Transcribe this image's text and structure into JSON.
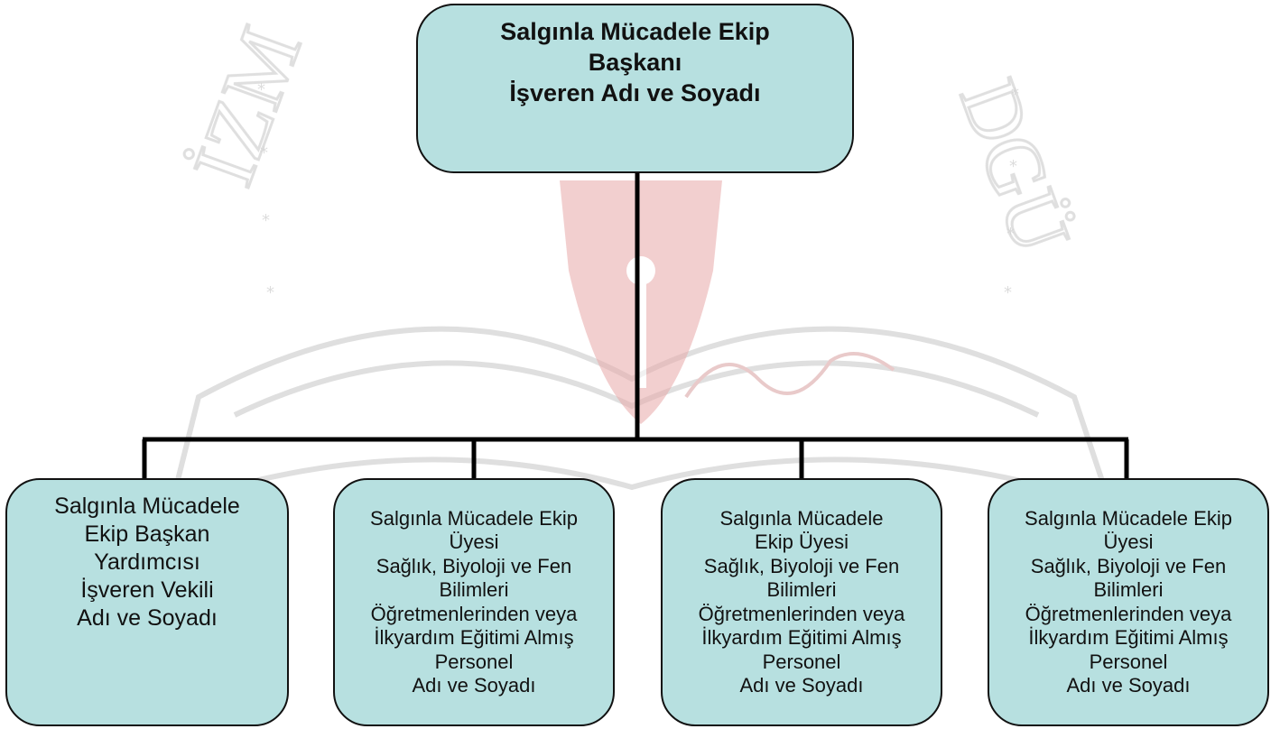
{
  "org_chart": {
    "head": {
      "lines": [
        "Salgınla Mücadele Ekip",
        "Başkanı",
        "İşveren Adı ve Soyadı"
      ]
    },
    "members": [
      {
        "lines": [
          "Salgınla Mücadele",
          "Ekip Başkan",
          "Yardımcısı",
          "İşveren Vekili",
          "Adı ve Soyadı"
        ]
      },
      {
        "lines": [
          "Salgınla Mücadele Ekip",
          "Üyesi",
          "Sağlık, Biyoloji ve Fen",
          "Bilimleri",
          "Öğretmenlerinden veya",
          "İlkyardım Eğitimi Almış",
          "Personel",
          "Adı ve Soyadı"
        ]
      },
      {
        "lines": [
          "Salgınla Mücadele",
          "Ekip Üyesi",
          "Sağlık, Biyoloji ve Fen",
          "Bilimleri",
          "Öğretmenlerinden veya",
          "İlkyardım Eğitimi Almış",
          "Personel",
          "Adı ve Soyadı"
        ]
      },
      {
        "lines": [
          "Salgınla Mücadele Ekip",
          "Üyesi",
          "Sağlık, Biyoloji ve Fen",
          "Bilimleri",
          "Öğretmenlerinden veya",
          "İlkyardım Eğitimi Almış",
          "Personel",
          "Adı ve Soyadı"
        ]
      }
    ]
  },
  "colors": {
    "box_fill": "#b7e0e0",
    "box_border": "#111111",
    "connector": "#000000",
    "watermark_gray": "#d4d4d4",
    "watermark_red": "#e8a8a8"
  }
}
